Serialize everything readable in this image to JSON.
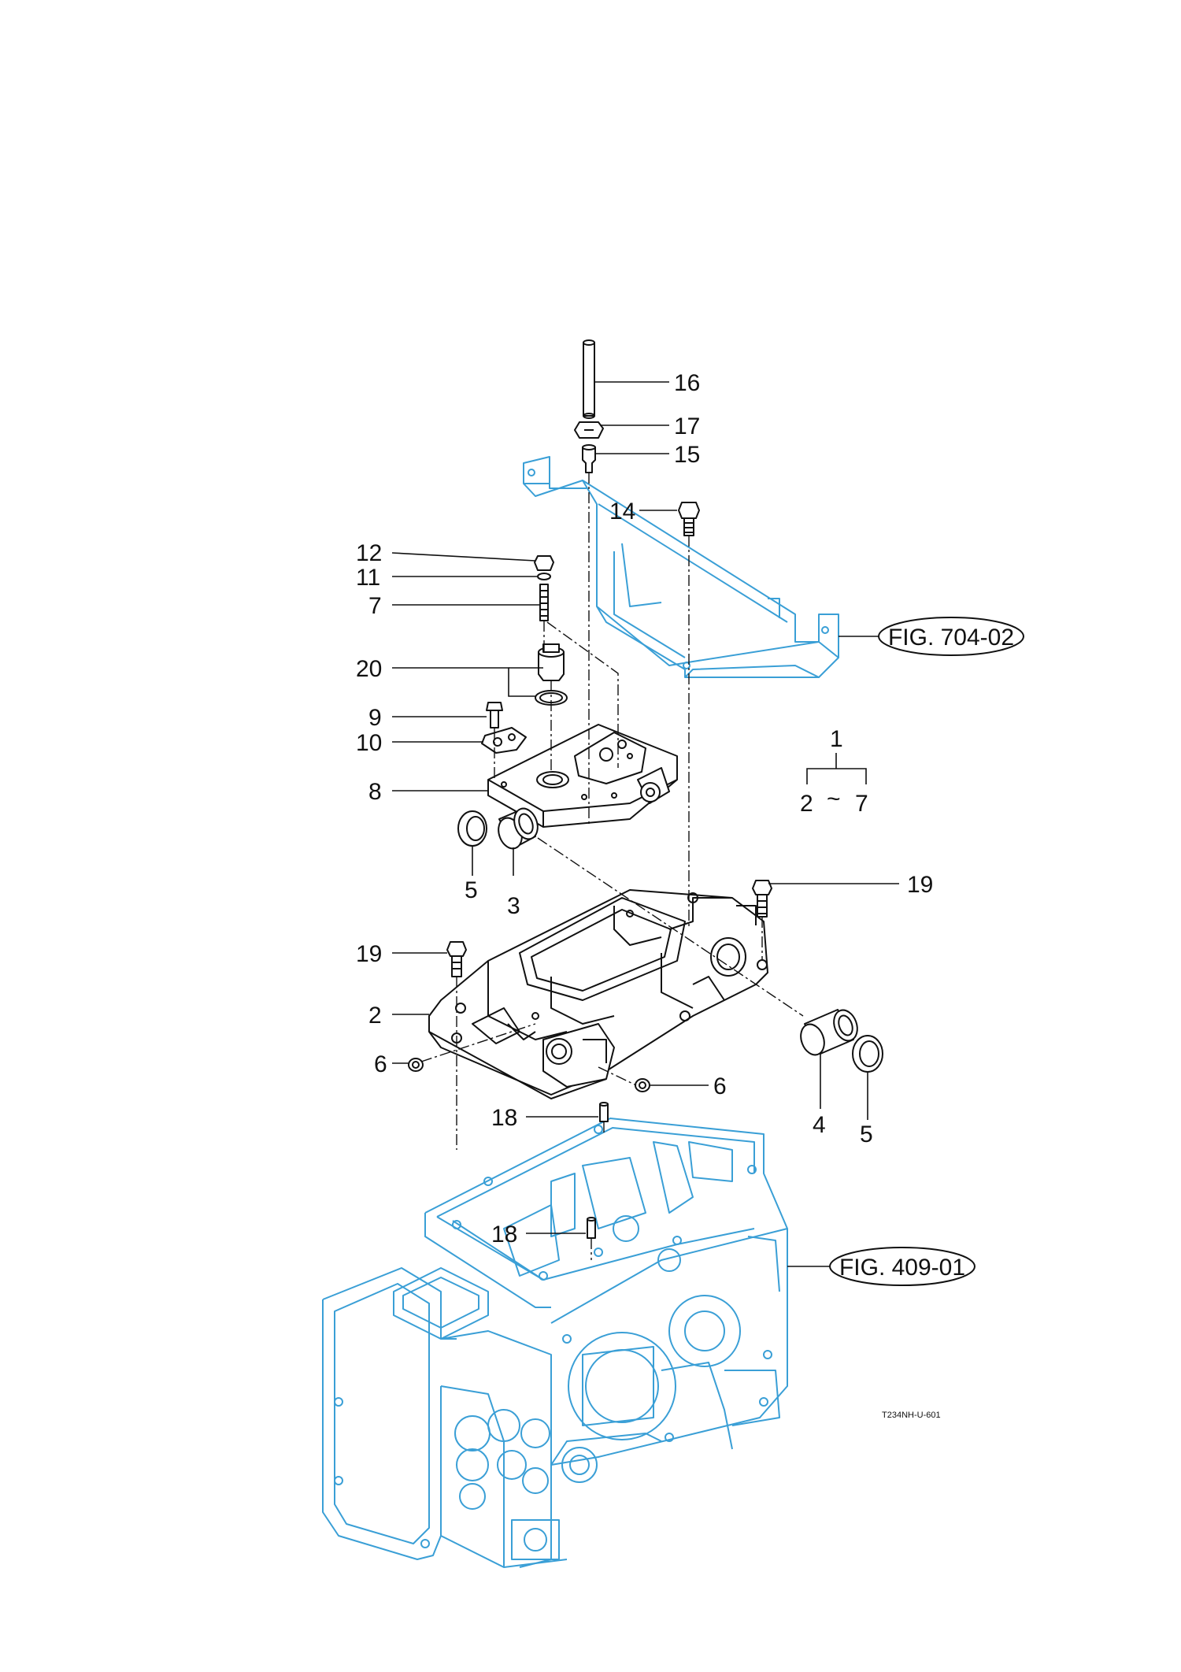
{
  "callouts": [
    {
      "id": "16",
      "text": "16"
    },
    {
      "id": "17",
      "text": "17"
    },
    {
      "id": "15",
      "text": "15"
    },
    {
      "id": "14",
      "text": "14"
    },
    {
      "id": "12",
      "text": "12"
    },
    {
      "id": "11",
      "text": "11"
    },
    {
      "id": "7",
      "text": "7"
    },
    {
      "id": "20",
      "text": "20"
    },
    {
      "id": "9",
      "text": "9"
    },
    {
      "id": "10",
      "text": "10"
    },
    {
      "id": "8",
      "text": "8"
    },
    {
      "id": "5a",
      "text": "5"
    },
    {
      "id": "3",
      "text": "3"
    },
    {
      "id": "19a",
      "text": "19"
    },
    {
      "id": "19b",
      "text": "19"
    },
    {
      "id": "2",
      "text": "2"
    },
    {
      "id": "6a",
      "text": "6"
    },
    {
      "id": "6b",
      "text": "6"
    },
    {
      "id": "18a",
      "text": "18"
    },
    {
      "id": "4",
      "text": "4"
    },
    {
      "id": "5b",
      "text": "5"
    },
    {
      "id": "18b",
      "text": "18"
    }
  ],
  "assembly_group": {
    "top": "1",
    "from": "2",
    "tilde": "~",
    "to": "7"
  },
  "figure_refs": [
    {
      "id": "frame",
      "text": "FIG. 704-02"
    },
    {
      "id": "case",
      "text": "FIG. 409-01"
    }
  ],
  "drawing_code": "T234NH-U-601",
  "colors": {
    "parts": "#111111",
    "reference_parts": "#3a9fd6"
  }
}
